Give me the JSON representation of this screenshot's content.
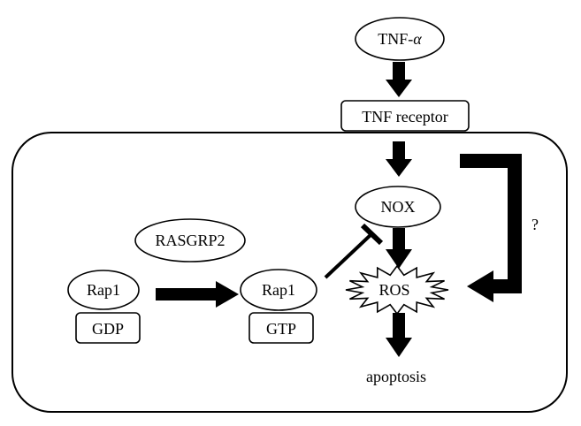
{
  "nodes": {
    "tnf_alpha": {
      "prefix": "TNF-",
      "greek": "α"
    },
    "tnf_receptor": "TNF receptor",
    "nox": "NOX",
    "rasgrp2": "RASGRP2",
    "rap1_left": "Rap1",
    "gdp": "GDP",
    "rap1_right": "Rap1",
    "gtp": "GTP",
    "ros": "ROS",
    "apoptosis": "apoptosis"
  },
  "annotations": {
    "unknown_link": "?"
  }
}
